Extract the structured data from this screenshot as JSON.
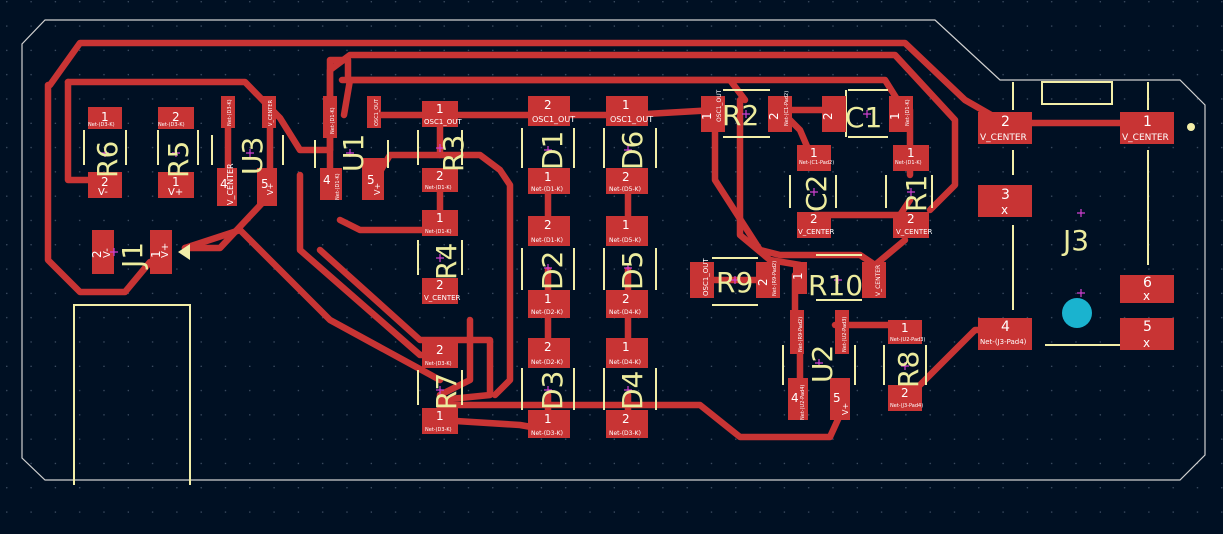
{
  "board": {
    "colors": {
      "background": "#001023",
      "copper": "#c83434",
      "silk": "#f2eea8",
      "edge": "#d0d0d0",
      "via": "#1ab3cf",
      "cross": "#d040d0",
      "label": "#ecec9e"
    }
  },
  "refs": {
    "R6": "R6",
    "R5": "R5",
    "U3": "U3",
    "J1": "J1",
    "U1": "U1",
    "R3": "R3",
    "R4": "R4",
    "R7": "R7",
    "D1": "D1",
    "D2": "D2",
    "D3": "D3",
    "D6": "D6",
    "D5": "D5",
    "D4": "D4",
    "R2": "R2",
    "C1": "C1",
    "C2": "C2",
    "R1": "R1",
    "R9": "R9",
    "R10": "R10",
    "U2": "U2",
    "R8": "R8",
    "J3": "J3"
  },
  "nets": {
    "vminus": "V-",
    "vplus": "V+",
    "vcenter": "V_CENTER",
    "osc_out": "OSC1_OUT",
    "x": "x",
    "r6": "Net-(D3-K)",
    "r5": "Net-(D3-K)",
    "u3_3": "Net-(D3-K)",
    "u3_2": "V_CENTER",
    "u1_1": "Net-(D1-K)",
    "u1_2": "OSC1_OUT",
    "u1_4": "Net-(D1-K)",
    "d1k": "Net-(D1-K)",
    "d2k": "Net-(D2-K)",
    "d3k": "Net-(D3-K)",
    "d4k": "Net-(D4-K)",
    "d5k": "Net-(D5-K)",
    "r3_2": "Net-(D1-K)",
    "r4_1": "Net-(D1-K)",
    "r7_2": "Net-(D3-K)",
    "r7_1": "Net-(D3-K)",
    "r2_2": "Net-(C1-Pad2)",
    "c2_1": "Net-(C1-Pad2)",
    "r1_1": "Net-(D1-K)",
    "r9_2": "Net-(R9-Pad2)",
    "r10_1": "Net-(R9-Pad2)",
    "u2_1": "Net-(R9-Pad2)",
    "u2_4": "Net-(U2-Pad4)",
    "u2_3": "Net-(U2-Pad3)",
    "r8_1": "Net-(U2-Pad3)",
    "r8_2": "Net-(J3-Pad4)",
    "j3_4": "Net-(J3-Pad4)"
  },
  "pins": {
    "p1": "1",
    "p2": "2",
    "p3": "3",
    "p4": "4",
    "p5": "5",
    "p6": "6"
  }
}
